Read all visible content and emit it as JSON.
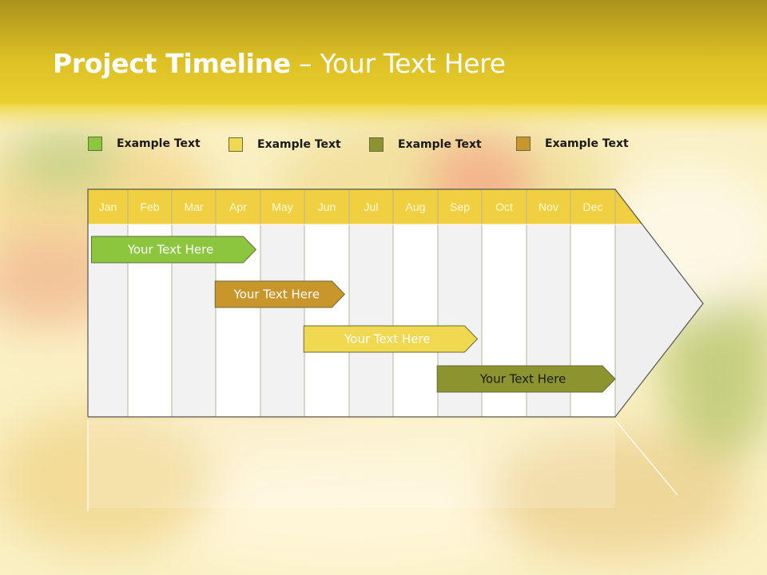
{
  "slide": {
    "title_bold": "Project Timeline",
    "title_rest": "Your Text Here",
    "title_separator": " – ",
    "background_colors": {
      "banner_top": "#a8921a",
      "banner_mid": "#e7c924",
      "wash": "#fdf6d2"
    }
  },
  "legend": [
    {
      "label": "Example Text",
      "color": "#8cc63f"
    },
    {
      "label": "Example Text",
      "color": "#f0d850"
    },
    {
      "label": "Example Text",
      "color": "#8c9430"
    },
    {
      "label": "Example Text",
      "color": "#c9962c"
    }
  ],
  "chart_data": {
    "type": "gantt",
    "months": [
      "Jan",
      "Feb",
      "Mar",
      "Apr",
      "May",
      "Jun",
      "Jul",
      "Aug",
      "Sep",
      "Oct",
      "Nov",
      "Dec"
    ],
    "header_color": "#f0d040",
    "tasks": [
      {
        "label": "Your  Text Here",
        "start_month": 0.05,
        "end_month": 3.9,
        "color": "#8cc63f",
        "text_color": "#ffffff"
      },
      {
        "label": "Your  Text Here",
        "start_month": 2.95,
        "end_month": 5.9,
        "color": "#c9962c",
        "text_color": "#ffffff"
      },
      {
        "label": "Your  Text Here",
        "start_month": 4.95,
        "end_month": 8.9,
        "color": "#f0d850",
        "text_color": "#ffffff"
      },
      {
        "label": "Your  Text Here",
        "start_month": 7.95,
        "end_month": 12.0,
        "color": "#8c9430",
        "text_color": "#1a1a1a"
      }
    ]
  }
}
